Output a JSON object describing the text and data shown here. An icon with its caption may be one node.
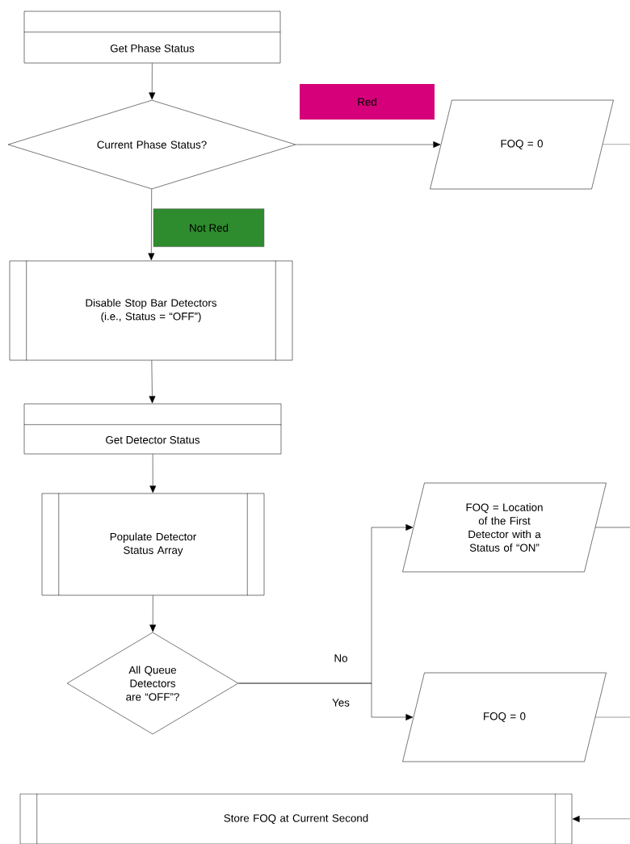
{
  "diagram": {
    "nodes": [
      {
        "text": [
          "Get Phase Status"
        ]
      },
      {
        "text": [
          "Current Phase Status?"
        ]
      },
      {
        "text": [
          "FOQ = 0"
        ]
      },
      {
        "text": [
          "Disable Stop Bar Detectors (i.e., Status = “OFF”)"
        ]
      },
      {
        "text": [
          "Get Detector Status"
        ]
      },
      {
        "text": [
          "Populate Detector Status Array"
        ]
      },
      {
        "text": [
          "All Queue Detectors are “OFF”?"
        ]
      },
      {
        "text": [
          "FOQ = Location of the First Detector with a Status of “ON”"
        ]
      },
      {
        "text": [
          "FOQ = 0"
        ]
      },
      {
        "text": [
          "Store FOQ at Current Second"
        ]
      }
    ],
    "edges": [
      {
        "from": 0,
        "to": 1,
        "arrow": "to"
      },
      {
        "from": 1,
        "to": 2,
        "arrow": "to",
        "label": "Red"
      },
      {
        "from": 1,
        "to": 3,
        "arrow": "to",
        "label": "Not Red"
      },
      {
        "from": 3,
        "to": 4,
        "arrow": "to"
      },
      {
        "from": 4,
        "to": 5,
        "arrow": "to"
      },
      {
        "from": 5,
        "to": 6,
        "arrow": "to"
      },
      {
        "from": 6,
        "to": 7,
        "arrow": "to",
        "label": "No"
      },
      {
        "from": 6,
        "to": 8,
        "arrow": "to",
        "label": "Yes"
      },
      {
        "from": 2,
        "to": null,
        "arrow": "none"
      },
      {
        "from": 7,
        "to": null,
        "arrow": "none"
      },
      {
        "from": 8,
        "to": null,
        "arrow": "none"
      },
      {
        "from": null,
        "to": 9,
        "arrow": "to"
      }
    ]
  }
}
